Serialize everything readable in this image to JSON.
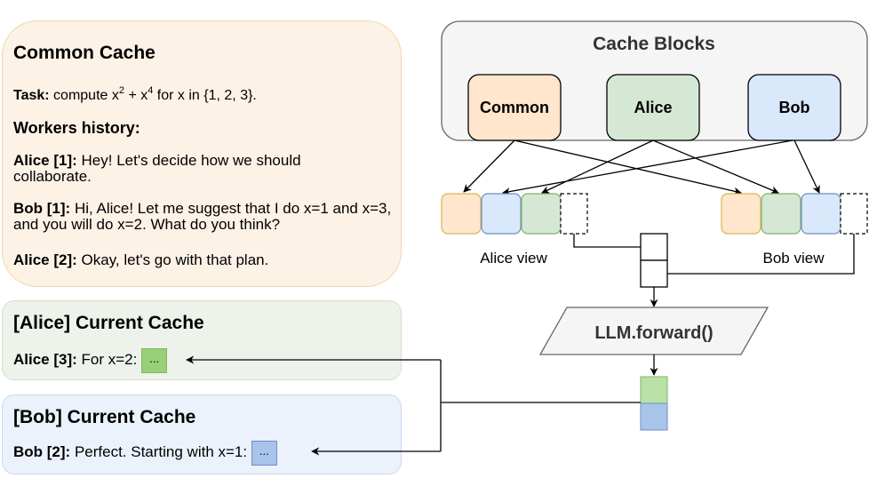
{
  "common_cache": {
    "title": "Common Cache",
    "task_label": "Task:",
    "task_pre": " compute x",
    "task_exp1": "2",
    "task_mid": " + x",
    "task_exp2": "4",
    "task_post": " for x in {1, 2, 3}.",
    "history_label": "Workers history:",
    "messages": [
      {
        "speaker": "Alice [1]:",
        "text": " Hey! Let's decide how we should collaborate."
      },
      {
        "speaker": "Bob [1]:",
        "text": " Hi, Alice! Let me suggest that I do x=1 and x=3, and you will do x=2. What do you think?"
      },
      {
        "speaker": "Alice [2]:",
        "text": " Okay, let's go with that plan."
      }
    ]
  },
  "alice_cache": {
    "title": "[Alice] Current Cache",
    "speaker": "Alice [3]:",
    "text": " For x=2: ",
    "cell": "..."
  },
  "bob_cache": {
    "title": "[Bob] Current Cache",
    "speaker": "Bob [2]:",
    "text": " Perfect. Starting with x=1: ",
    "cell": "..."
  },
  "cache_blocks": {
    "title": "Cache Blocks",
    "blocks": [
      {
        "label": "Common",
        "fill": "#ffe6cc",
        "stroke": "#d6b656"
      },
      {
        "label": "Alice",
        "fill": "#d5e8d4",
        "stroke": "#82b366"
      },
      {
        "label": "Bob",
        "fill": "#dae8fc",
        "stroke": "#6c8ebf"
      }
    ]
  },
  "views": {
    "alice_label": "Alice view",
    "bob_label": "Bob view",
    "alice_order": [
      "Common",
      "Bob",
      "Alice"
    ],
    "bob_order": [
      "Common",
      "Alice",
      "Bob"
    ]
  },
  "llm": {
    "label": "LLM.forward()"
  },
  "colors": {
    "common_fill": "#ffe6cc",
    "common_stroke": "#d6b656",
    "alice_fill": "#d5e8d4",
    "alice_stroke": "#82b366",
    "bob_fill": "#dae8fc",
    "bob_stroke": "#6c8ebf",
    "alice_output": "#b9e0a5",
    "bob_output": "#a9c4eb"
  }
}
